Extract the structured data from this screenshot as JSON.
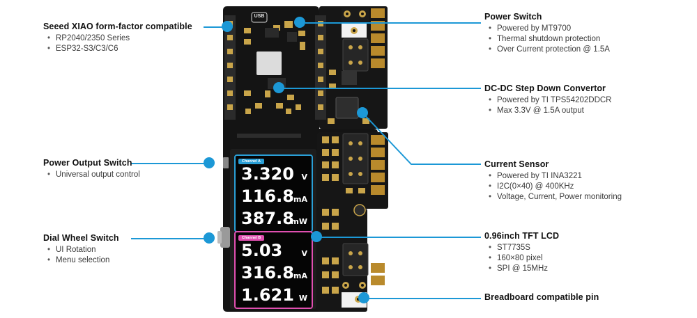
{
  "callouts": {
    "xiao": {
      "title": "Seeed XIAO form-factor compatible",
      "items": [
        "RP2040/2350 Series",
        "ESP32-S3/C3/C6"
      ]
    },
    "power_output": {
      "title": "Power Output Switch",
      "items": [
        "Universal output control"
      ]
    },
    "dial_wheel": {
      "title": "Dial Wheel Switch",
      "items": [
        "UI Rotation",
        "Menu selection"
      ]
    },
    "power_switch": {
      "title": "Power Switch",
      "items": [
        "Powered by MT9700",
        "Thermal shutdown protection",
        "Over Current protection @ 1.5A"
      ]
    },
    "dcdc": {
      "title": "DC-DC Step Down Convertor",
      "items": [
        "Powered by TI TPS54202DDCR",
        "Max 3.3V @ 1.5A output"
      ]
    },
    "current_sensor": {
      "title": "Current Sensor",
      "items": [
        "Powered by TI INA3221",
        "I2C(0×40) @ 400KHz",
        "Voltage, Current, Power monitoring"
      ]
    },
    "lcd": {
      "title": "0.96inch TFT LCD",
      "items": [
        "ST7735S",
        "160×80 pixel",
        "SPI @ 15MHz"
      ]
    },
    "breadboard": {
      "title": "Breadboard compatible pin",
      "items": []
    }
  },
  "board": {
    "usb_label": "USB",
    "channel_a": {
      "label": "Channel A",
      "voltage": "3.320",
      "voltage_unit": "V",
      "current": "116.8",
      "current_unit": "mA",
      "power": "387.8",
      "power_unit": "mW"
    },
    "channel_b": {
      "label": "Channel B",
      "voltage": "5.03",
      "voltage_unit": "V",
      "current": "316.8",
      "current_unit": "mA",
      "power": "1.621",
      "power_unit": "W"
    }
  },
  "colors": {
    "accent": "#1c98d6",
    "channel_a": "#2a9fd6",
    "channel_b": "#e04fb0",
    "pcb": "#141414"
  }
}
